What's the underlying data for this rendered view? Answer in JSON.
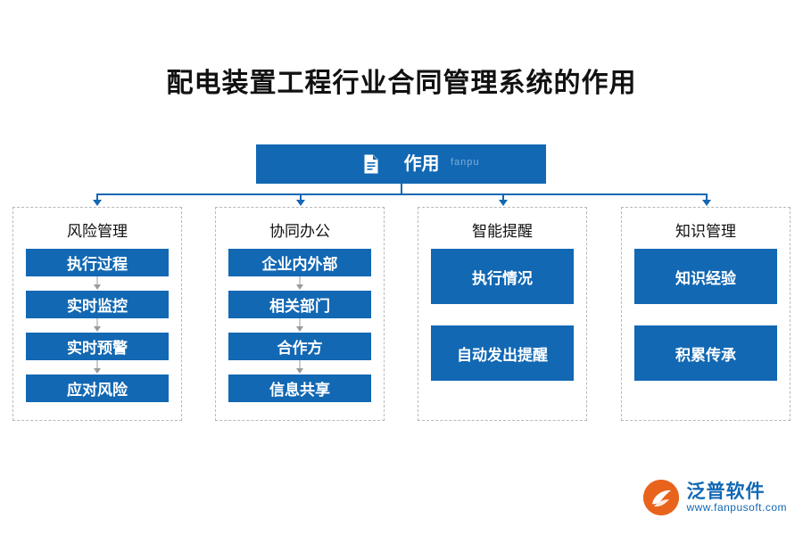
{
  "title": "配电装置工程行业合同管理系统的作用",
  "root": {
    "label": "作用",
    "icon": "document-icon",
    "watermark": "fanpu",
    "color": "#1268b3"
  },
  "columns": [
    {
      "title": "风险管理",
      "style": "chain",
      "items": [
        "执行过程",
        "实时监控",
        "实时预警",
        "应对风险"
      ]
    },
    {
      "title": "协同办公",
      "style": "chain",
      "items": [
        "企业内外部",
        "相关部门",
        "合作方",
        "信息共享"
      ]
    },
    {
      "title": "智能提醒",
      "style": "blocks",
      "items": [
        "执行情况",
        "自动发出提醒"
      ]
    },
    {
      "title": "知识管理",
      "style": "blocks",
      "items": [
        "知识经验",
        "积累传承"
      ]
    }
  ],
  "logo": {
    "name": "泛普软件",
    "url": "www.fanpusoft.com",
    "mark_color": "#e8641c",
    "text_color": "#1268b3"
  }
}
